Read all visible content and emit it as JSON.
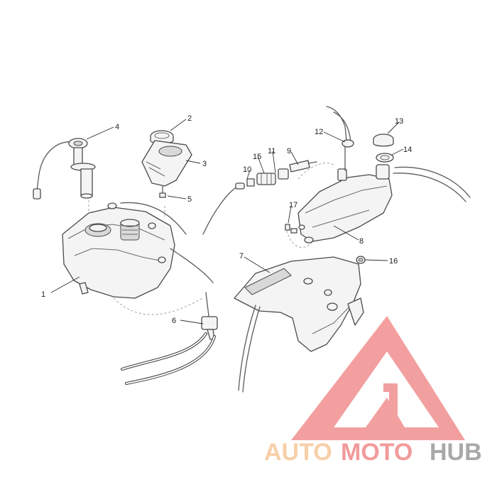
{
  "callouts": [
    {
      "id": "c1",
      "label": "1"
    },
    {
      "id": "c2",
      "label": "2"
    },
    {
      "id": "c3",
      "label": "3"
    },
    {
      "id": "c4",
      "label": "4"
    },
    {
      "id": "c5",
      "label": "5"
    },
    {
      "id": "c6",
      "label": "6"
    },
    {
      "id": "c7",
      "label": "7"
    },
    {
      "id": "c8",
      "label": "8"
    },
    {
      "id": "c9",
      "label": "9"
    },
    {
      "id": "c10",
      "label": "10"
    },
    {
      "id": "c11",
      "label": "11"
    },
    {
      "id": "c12",
      "label": "12"
    },
    {
      "id": "c13",
      "label": "13"
    },
    {
      "id": "c14",
      "label": "14"
    },
    {
      "id": "c15",
      "label": "15"
    },
    {
      "id": "c16",
      "label": "16"
    },
    {
      "id": "c17",
      "label": "17"
    }
  ],
  "watermark": {
    "part1": "AUTO",
    "part2": "MOTO",
    "part3": "HUB",
    "color_light": "#f6c79a",
    "color_red": "#f08a8a",
    "color_dark": "#9a9a9a"
  }
}
